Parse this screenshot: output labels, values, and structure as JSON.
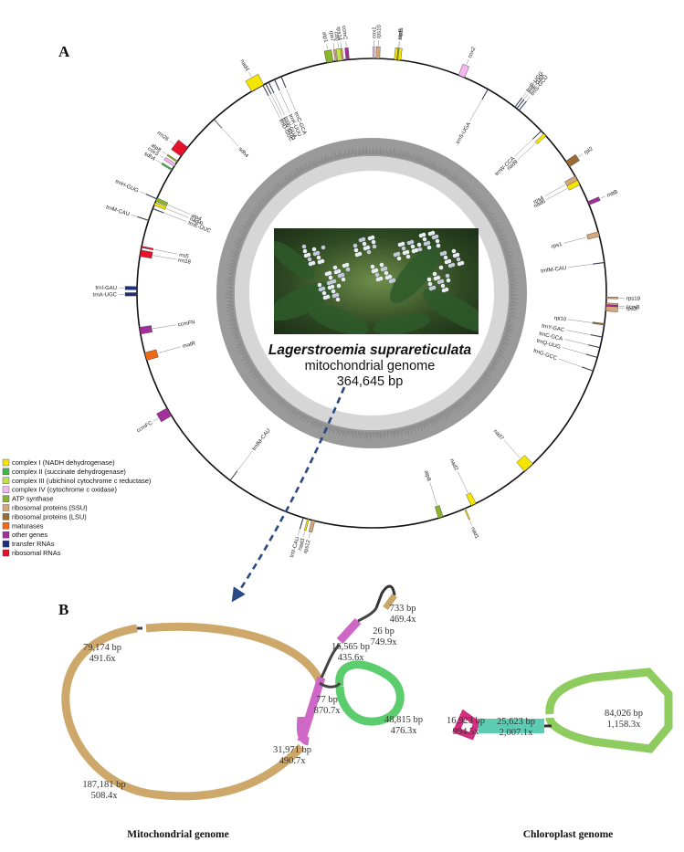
{
  "panels": {
    "a": "A",
    "b": "B"
  },
  "genome": {
    "species": "Lagerstroemia suprareticulata",
    "type": "mitochondrial genome",
    "length": "364,645 bp"
  },
  "colors": {
    "complex_I": "#f5e500",
    "complex_II": "#41b649",
    "complex_III": "#c7e04a",
    "complex_IV": "#f5b5f0",
    "atp": "#8ab62e",
    "ssu": "#d6a77a",
    "lsu": "#9c6b35",
    "maturase": "#ee6a19",
    "other": "#a3309a",
    "trna": "#1f2f7e",
    "rrna": "#e6112b"
  },
  "legend": [
    {
      "label": "complex I (NADH dehydrogenase)",
      "color": "#f5e500"
    },
    {
      "label": "complex II (succinate dehydrogenase)",
      "color": "#41b649"
    },
    {
      "label": "complex III (ubichinol cytochrome c reductase)",
      "color": "#c7e04a"
    },
    {
      "label": "complex IV (cytochrome c oxidase)",
      "color": "#f5b5f0"
    },
    {
      "label": "ATP synthase",
      "color": "#8ab62e"
    },
    {
      "label": "ribosomal proteins (SSU)",
      "color": "#d6a77a"
    },
    {
      "label": "ribosomal proteins (LSU)",
      "color": "#9c6b35"
    },
    {
      "label": "maturases",
      "color": "#ee6a19"
    },
    {
      "label": "other genes",
      "color": "#a3309a"
    },
    {
      "label": "transfer RNAs",
      "color": "#1f2f7e"
    },
    {
      "label": "ribosomal RNAs",
      "color": "#e6112b"
    }
  ],
  "genes": [
    {
      "name": "cox1",
      "pos": 0.3,
      "size": 0.4,
      "cat": "complex_IV",
      "side": "out"
    },
    {
      "name": "rps10",
      "pos": 1.1,
      "size": 0.9,
      "cat": "ssu",
      "side": "out"
    },
    {
      "name": "nad5",
      "pos": 5.6,
      "size": 1.6,
      "cat": "complex_I",
      "side": "out"
    },
    {
      "name": "atp9",
      "pos": 6.2,
      "size": 0.3,
      "cat": "atp",
      "side": "out"
    },
    {
      "name": "cox2",
      "pos": 22.0,
      "size": 1.6,
      "cat": "complex_IV",
      "side": "out"
    },
    {
      "name": "trnS-UGA",
      "pos": 30.0,
      "size": 0.15,
      "cat": "trna",
      "side": "in"
    },
    {
      "name": "trnP-UGG",
      "pos": 38.0,
      "size": 0.15,
      "cat": "trna",
      "side": "out"
    },
    {
      "name": "trnF-GAA",
      "pos": 38.6,
      "size": 0.15,
      "cat": "trna",
      "side": "out"
    },
    {
      "name": "trnS-GCU",
      "pos": 39.3,
      "size": 0.15,
      "cat": "trna",
      "side": "out"
    },
    {
      "name": "trnW-CCA",
      "pos": 46.8,
      "size": 0.15,
      "cat": "trna",
      "side": "in"
    },
    {
      "name": "nad9",
      "pos": 47.8,
      "size": 0.8,
      "cat": "complex_I",
      "side": "in"
    },
    {
      "name": "rpl2",
      "pos": 56.5,
      "size": 1.7,
      "cat": "lsu",
      "side": "out"
    },
    {
      "name": "rps4",
      "pos": 60.8,
      "size": 1.4,
      "cat": "ssu",
      "side": "in"
    },
    {
      "name": "nad6",
      "pos": 62.0,
      "size": 1.3,
      "cat": "complex_I",
      "side": "in"
    },
    {
      "name": "mttB",
      "pos": 67.9,
      "size": 0.9,
      "cat": "other",
      "side": "out"
    },
    {
      "name": "rps1",
      "pos": 75.8,
      "size": 1.2,
      "cat": "ssu",
      "side": "in"
    },
    {
      "name": "trnfM-CAU",
      "pos": 83.5,
      "size": 0.15,
      "cat": "trna",
      "side": "in"
    },
    {
      "name": "rps19",
      "pos": 92.1,
      "size": 0.4,
      "cat": "ssu",
      "side": "out"
    },
    {
      "name": "rps3",
      "pos": 93.6,
      "size": 2.0,
      "cat": "ssu",
      "side": "out"
    },
    {
      "name": "ccmB",
      "pos": 94.0,
      "size": 0.4,
      "cat": "other",
      "side": "out"
    },
    {
      "name": "rpl10",
      "pos": 98.7,
      "size": 0.4,
      "cat": "lsu",
      "side": "in"
    },
    {
      "name": "trnY-GAC",
      "pos": 102.0,
      "size": 0.15,
      "cat": "trna",
      "side": "in"
    },
    {
      "name": "trnC-GCA",
      "pos": 104.7,
      "size": 0.15,
      "cat": "trna",
      "side": "in"
    },
    {
      "name": "trnQ-UUG",
      "pos": 107.2,
      "size": 0.15,
      "cat": "trna",
      "side": "in"
    },
    {
      "name": "trnG-GCC",
      "pos": 110.7,
      "size": 0.15,
      "cat": "trna",
      "side": "in"
    },
    {
      "name": "nad7",
      "pos": 138.4,
      "size": 2.8,
      "cat": "complex_I",
      "side": "in"
    },
    {
      "name": "nad2",
      "pos": 155.6,
      "size": 1.3,
      "cat": "complex_I",
      "side": "in"
    },
    {
      "name": "nad1",
      "pos": 158.5,
      "size": 0.3,
      "cat": "complex_I",
      "side": "out"
    },
    {
      "name": "atp8",
      "pos": 164.4,
      "size": 1.2,
      "cat": "atp",
      "side": "in"
    },
    {
      "name": "rps12",
      "pos": 196.5,
      "size": 0.8,
      "cat": "ssu",
      "side": "out"
    },
    {
      "name": "nad3",
      "pos": 198.0,
      "size": 0.4,
      "cat": "complex_I",
      "side": "out"
    },
    {
      "name": "trnI-CAU",
      "pos": 199.4,
      "size": 0.15,
      "cat": "trna",
      "side": "out"
    },
    {
      "name": "trnfM-CAU",
      "pos": 219.8,
      "size": 0.15,
      "cat": "trna",
      "side": "in"
    },
    {
      "name": "ccmFC",
      "pos": 241.6,
      "size": 2.2,
      "cat": "other",
      "side": "out"
    },
    {
      "name": "matR",
      "pos": 256.6,
      "size": 2.0,
      "cat": "maturase",
      "side": "in"
    },
    {
      "name": "ccmFN",
      "pos": 263.3,
      "size": 1.7,
      "cat": "other",
      "side": "in"
    },
    {
      "name": "trnA-UGC",
      "pos": 272.8,
      "size": 0.8,
      "cat": "trna",
      "side": "out"
    },
    {
      "name": "trnI-GAU",
      "pos": 274.3,
      "size": 0.8,
      "cat": "trna",
      "side": "out"
    },
    {
      "name": "rrn18",
      "pos": 282.6,
      "size": 1.6,
      "cat": "rrna",
      "side": "in"
    },
    {
      "name": "rrn5",
      "pos": 284.8,
      "size": 0.4,
      "cat": "rrna",
      "side": "in"
    },
    {
      "name": "trnM-CAU",
      "pos": 291.7,
      "size": 0.15,
      "cat": "trna",
      "side": "out"
    },
    {
      "name": "trnE-UUC",
      "pos": 294.8,
      "size": 0.15,
      "cat": "trna",
      "side": "in"
    },
    {
      "name": "nad4L",
      "pos": 295.8,
      "size": 0.7,
      "cat": "complex_I",
      "side": "in"
    },
    {
      "name": "atp4",
      "pos": 296.8,
      "size": 0.9,
      "cat": "atp",
      "side": "in"
    },
    {
      "name": "trnH-GUG",
      "pos": 297.4,
      "size": 0.15,
      "cat": "trna",
      "side": "out"
    },
    {
      "name": "sdh4",
      "pos": 305.4,
      "size": 0.4,
      "cat": "complex_II",
      "side": "out"
    },
    {
      "name": "cox3",
      "pos": 306.6,
      "size": 0.7,
      "cat": "complex_IV",
      "side": "out"
    },
    {
      "name": "atp8",
      "pos": 307.8,
      "size": 0.4,
      "cat": "atp",
      "side": "out"
    },
    {
      "name": "rrn26",
      "pos": 309.6,
      "size": 2.8,
      "cat": "rrna",
      "side": "out"
    },
    {
      "name": "sdh4",
      "pos": 321.8,
      "size": 0.15,
      "cat": "complex_II",
      "side": "in"
    },
    {
      "name": "nad4",
      "pos": 333.5,
      "size": 3.4,
      "cat": "complex_I",
      "side": "out"
    },
    {
      "name": "trnD-GUC",
      "pos": 336.6,
      "size": 0.15,
      "cat": "trna",
      "side": "in"
    },
    {
      "name": "trnN-GUU",
      "pos": 337.4,
      "size": 0.15,
      "cat": "trna",
      "side": "in"
    },
    {
      "name": "trnY-GUA",
      "pos": 338.2,
      "size": 0.15,
      "cat": "trna",
      "side": "in"
    },
    {
      "name": "trnK-UUU",
      "pos": 339.8,
      "size": 0.15,
      "cat": "trna",
      "side": "in"
    },
    {
      "name": "trnC-GCA",
      "pos": 341.6,
      "size": 0.15,
      "cat": "trna",
      "side": "in"
    },
    {
      "name": "atp1",
      "pos": 353.4,
      "size": 1.7,
      "cat": "atp",
      "side": "out"
    },
    {
      "name": "rps7",
      "pos": 355.6,
      "size": 0.4,
      "cat": "ssu",
      "side": "out"
    },
    {
      "name": "cob",
      "pos": 356.2,
      "size": 1.3,
      "cat": "complex_III",
      "side": "out"
    },
    {
      "name": "rps14",
      "pos": 357.3,
      "size": 0.4,
      "cat": "ssu",
      "side": "out"
    },
    {
      "name": "ccmC",
      "pos": 358.3,
      "size": 0.8,
      "cat": "other",
      "side": "out"
    }
  ],
  "gene_labels": [
    "cob",
    "rps14",
    "rps7",
    "ccmC",
    "cox1",
    "rps10",
    "nad5",
    "atp9",
    "atp1",
    "rps7",
    "cox2",
    "trnS-UGA",
    "trnP-UGG",
    "trnF-GAA",
    "trnS-GCU",
    "trnW-CCA",
    "nad9",
    "rpl2",
    "rps4",
    "nad6",
    "mttB",
    "rps1",
    "trnfM-CAU",
    "rps19",
    "rps3",
    "ccmB",
    "rpl10",
    "trnY-GAC",
    "trnC-GCA",
    "trnQ-UUG",
    "trnG-GCC",
    "nad7",
    "nad2",
    "nad1",
    "atp8",
    "rps12",
    "nad3",
    "trnI-CAU",
    "trnfM-CAU",
    "ccmFC",
    "matR",
    "ccmFN",
    "trnI-GAU",
    "trnA-UGC",
    "rrn5",
    "rrn18",
    "trnH-GUG",
    "trnM-CAU",
    "atp4",
    "nad4L",
    "trnE-UUC",
    "rrn26",
    "atp8",
    "cox3",
    "sdh4",
    "sdh4",
    "nad4",
    "trnY-GUA",
    "trnK-UUU",
    "trnC-GCA",
    "trnN-GUU",
    "trnD-GUC"
  ],
  "assembly": {
    "mito_segments": [
      {
        "length": "79,174 bp",
        "depth": "491.6x"
      },
      {
        "length": "187,181 bp",
        "depth": "508.4x"
      },
      {
        "length": "31,971 bp",
        "depth": "490.7x"
      },
      {
        "length": "77 bp",
        "depth": "870.7x"
      },
      {
        "length": "16,565 bp",
        "depth": "435.6x"
      },
      {
        "length": "48,815 bp",
        "depth": "476.3x"
      },
      {
        "length": "26 bp",
        "depth": "749.9x"
      },
      {
        "length": "733 bp",
        "depth": "469.4x"
      }
    ],
    "cp_segments": [
      {
        "length": "16,923 bp",
        "depth": "994.5x"
      },
      {
        "length": "25,623 bp",
        "depth": "2,007.1x"
      },
      {
        "length": "84,026 bp",
        "depth": "1,158.3x"
      }
    ],
    "mito_caption": "Mitochondrial genome",
    "cp_caption": "Chloroplast genome"
  }
}
